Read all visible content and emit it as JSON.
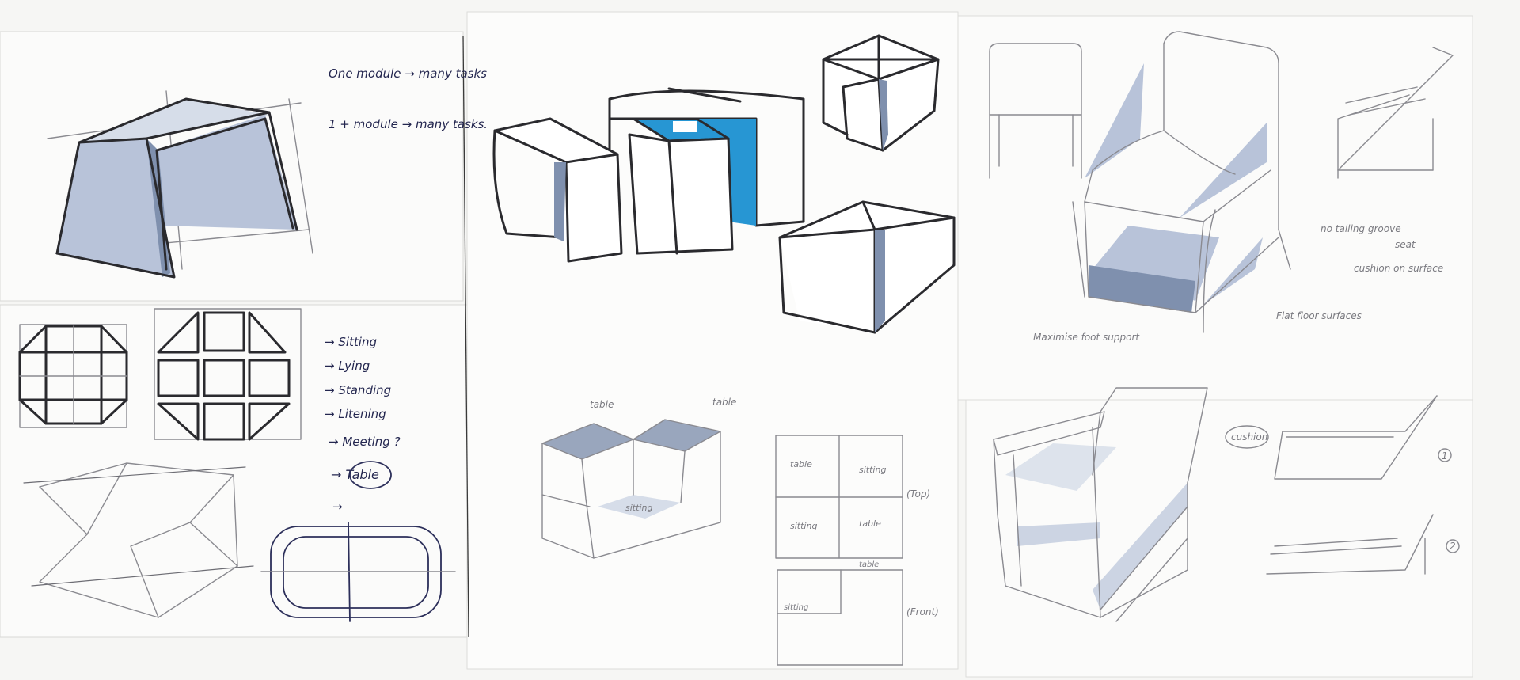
{
  "notes": {
    "one_module": "One module → many tasks",
    "one_plus_module": "1 + module → many tasks.",
    "tasks": [
      "→ Sitting",
      "→ Lying",
      "→ Standing",
      "→ Litening",
      "→ Meeting ?",
      "→ Table",
      "→"
    ],
    "table_left": "table",
    "table_right": "table",
    "sitting_cube": "sitting",
    "plan_cells": [
      "table",
      "sitting",
      "sitting",
      "table"
    ],
    "plan_top_label": "(Top)",
    "front_table": "table",
    "front_sitting": "sitting",
    "front_label": "(Front)",
    "chair_note": "Maximise foot support",
    "right_notes": [
      "no tailing groove",
      "seat",
      "cushion on surface",
      "Flat floor surfaces"
    ],
    "cushion": "cushion",
    "num_1": "1",
    "num_2": "2"
  }
}
